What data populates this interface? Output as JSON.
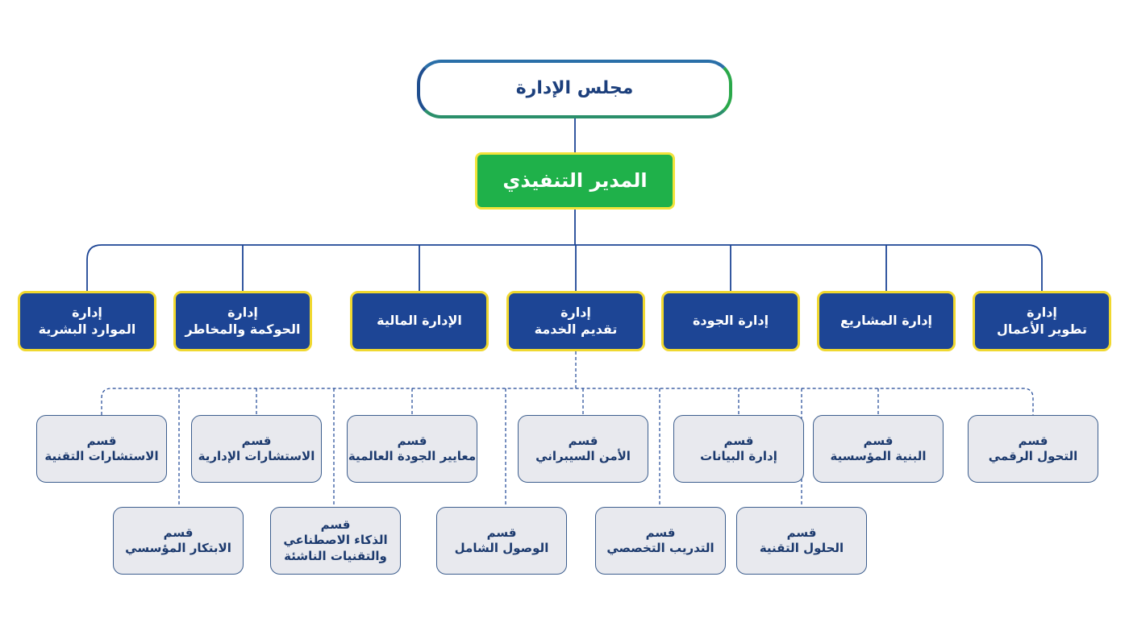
{
  "org_chart": {
    "board": "مجلس الإدارة",
    "ceo": "المدير التنفيذي",
    "departments": [
      {
        "lines": [
          "إدارة",
          "تطوير الأعمال"
        ]
      },
      {
        "lines": [
          "إدارة المشاريع"
        ]
      },
      {
        "lines": [
          "إدارة الجودة"
        ]
      },
      {
        "lines": [
          "إدارة",
          "تقديم الخدمة"
        ]
      },
      {
        "lines": [
          "الإدارة المالية"
        ]
      },
      {
        "lines": [
          "إدارة",
          "الحوكمة والمخاطر"
        ]
      },
      {
        "lines": [
          "إدارة",
          "الموارد البشرية"
        ]
      }
    ],
    "sections": [
      {
        "lines": [
          "قسم",
          "التحول الرقمي"
        ]
      },
      {
        "lines": [
          "قسم",
          "البنية المؤسسية"
        ]
      },
      {
        "lines": [
          "قسم",
          "إدارة البيانات"
        ]
      },
      {
        "lines": [
          "قسم",
          "الأمن السيبراني"
        ]
      },
      {
        "lines": [
          "قسم",
          "معايير الجودة العالمية"
        ]
      },
      {
        "lines": [
          "قسم",
          "الاستشارات الإدارية"
        ]
      },
      {
        "lines": [
          "قسم",
          "الاستشارات التقنية"
        ]
      },
      {
        "lines": [
          "قسم",
          "الحلول التقنية"
        ]
      },
      {
        "lines": [
          "قسم",
          "التدريب التخصصي"
        ]
      },
      {
        "lines": [
          "قسم",
          "الوصول الشامل"
        ]
      },
      {
        "lines": [
          "قسم",
          "الذكاء الاصطناعي",
          "والتقنيات الناشئة"
        ]
      },
      {
        "lines": [
          "قسم",
          "الابتكار المؤسسي"
        ]
      }
    ],
    "colors": {
      "board_border": "#1f4e8f",
      "ceo_fill": "#1fb14a",
      "ceo_border": "#f3e33a",
      "department_fill": "#1d4595",
      "department_border": "#f0d830",
      "section_fill": "#e8e9ee",
      "section_border": "#3d5e8e",
      "connector": "#1d4595"
    }
  }
}
